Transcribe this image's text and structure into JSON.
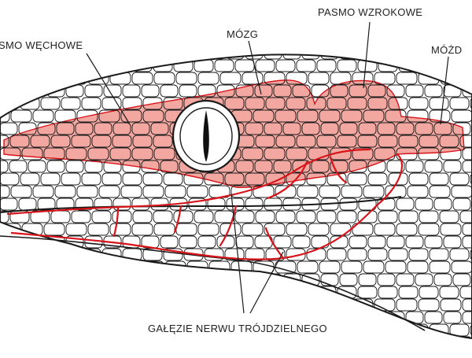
{
  "labels": {
    "olfactory_tract": "SMO WĘCHOWE",
    "brain": "MÓZG",
    "optic_tract": "PASMO WZROKOWE",
    "cerebellum": "MÓŻD",
    "trigeminal_branches": "GAŁĘZIE NERWU TRÓJDZIELNEGO"
  },
  "colors": {
    "brain_fill": "#f2a8a0",
    "nerve": "#d8141b",
    "scale_line": "#1a1a1a",
    "label_text": "#222222"
  }
}
